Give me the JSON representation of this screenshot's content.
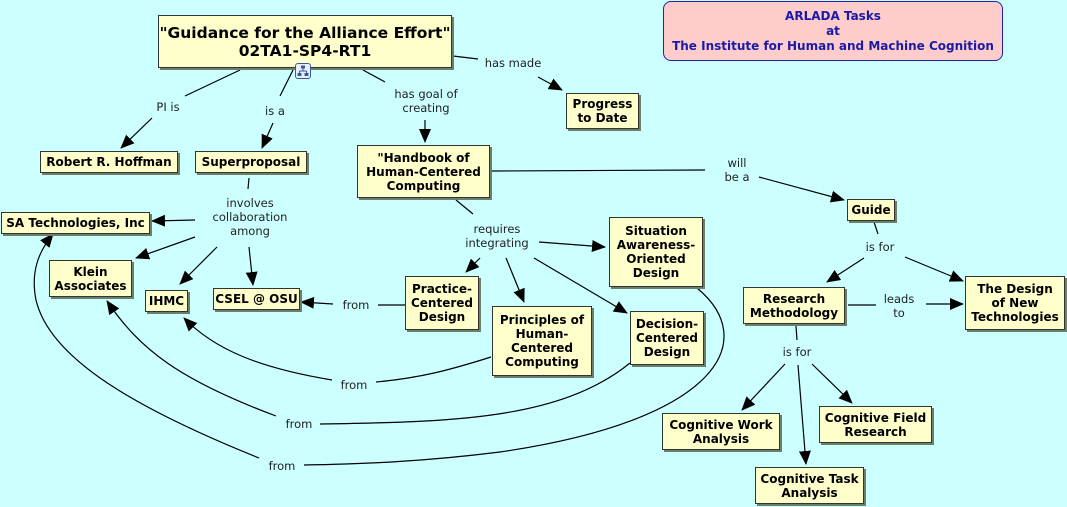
{
  "banner": {
    "line1": "ARLADA Tasks",
    "line2": "at",
    "line3": "The Institute for Human and Machine Cognition",
    "text_color": "#1a1aa6",
    "background": "#ffcccc"
  },
  "colors": {
    "background": "#ccffff",
    "concept_fill": "#ffffcc",
    "line": "#000000"
  },
  "concepts": {
    "root": "\"Guidance for the Alliance Effort\"\n02TA1-SP4-RT1",
    "hoffman": "Robert R. Hoffman",
    "superproposal": "Superproposal",
    "handbook": "\"Handbook of\nHuman-Centered\nComputing",
    "progress": "Progress\nto Date",
    "sa_tech": "SA Technologies, Inc",
    "klein": "Klein\nAssociates",
    "ihmc": "IHMC",
    "csel": "CSEL @ OSU",
    "practice": "Practice-\nCentered\nDesign",
    "principles": "Principles of\nHuman-\nCentered\nComputing",
    "situation": "Situation\nAwareness-\nOriented\nDesign",
    "decision": "Decision-\nCentered\nDesign",
    "guide": "Guide",
    "research": "Research\nMethodology",
    "design_new": "The Design\nof New\nTechnologies",
    "cwa": "Cognitive Work\nAnalysis",
    "cta": "Cognitive Task\nAnalysis",
    "cfr": "Cognitive Field\nResearch"
  },
  "linking_phrases": {
    "pi_is": "PI is",
    "is_a": "is a",
    "has_goal": "has goal of\ncreating",
    "has_made": "has made",
    "involves": "involves\ncollaboration\namong",
    "requires": "requires\nintegrating",
    "will_be": "will\nbe a",
    "guide_is_for": "is for",
    "leads_to": "leads\nto",
    "rm_is_for": "is for",
    "from_practice": "from",
    "from_principles": "from",
    "from_decision": "from",
    "from_situation": "from"
  },
  "icons": {
    "submap": "submap-icon"
  }
}
